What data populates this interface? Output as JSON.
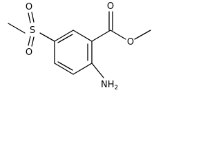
{
  "molecule": {
    "atom_labels": {
      "sulfur": "S",
      "sulfonyl_oxygen_top": "O",
      "sulfonyl_oxygen_bottom": "O",
      "carbonyl_oxygen": "O",
      "ester_oxygen": "O",
      "amine_n": "NH",
      "amine_h_count": "2"
    },
    "colors": {
      "bond": "#000000",
      "label": "#000000",
      "background": "#ffffff"
    }
  }
}
